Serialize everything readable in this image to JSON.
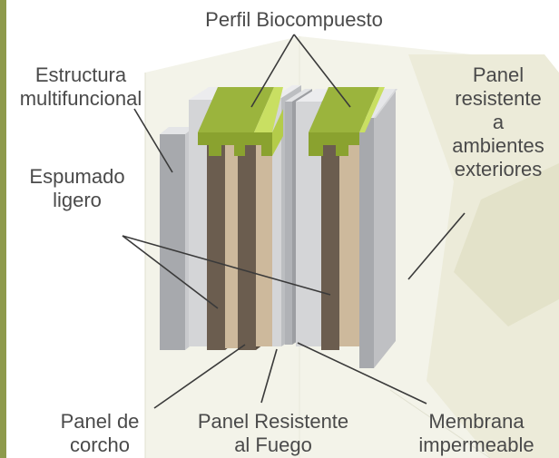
{
  "labels": {
    "perfil": "Perfil Biocompuesto",
    "estructura_l1": "Estructura",
    "estructura_l2": "multifuncional",
    "espumado_l1": "Espumado",
    "espumado_l2": "ligero",
    "panel_ext_l1": "Panel",
    "panel_ext_l2": "resistente",
    "panel_ext_l3": "a",
    "panel_ext_l4": "ambientes",
    "panel_ext_l5": "exteriores",
    "corcho_l1": "Panel de",
    "corcho_l2": "corcho",
    "fuego_l1": "Panel Resistente",
    "fuego_l2": "al Fuego",
    "membrana_l1": "Membrana",
    "membrana_l2": "impermeable"
  },
  "colors": {
    "background_hex": "#f2f2e6",
    "left_bar": "#8e9a4c",
    "gray_light": "#d4d5d7",
    "gray_mid": "#a7a9ad",
    "brown": "#6b5d4f",
    "tan": "#cdb99c",
    "green_top": "#9bb43d",
    "green_front": "#8aa22f",
    "text": "#4a4a4a",
    "leader": "#3a3a3a"
  }
}
